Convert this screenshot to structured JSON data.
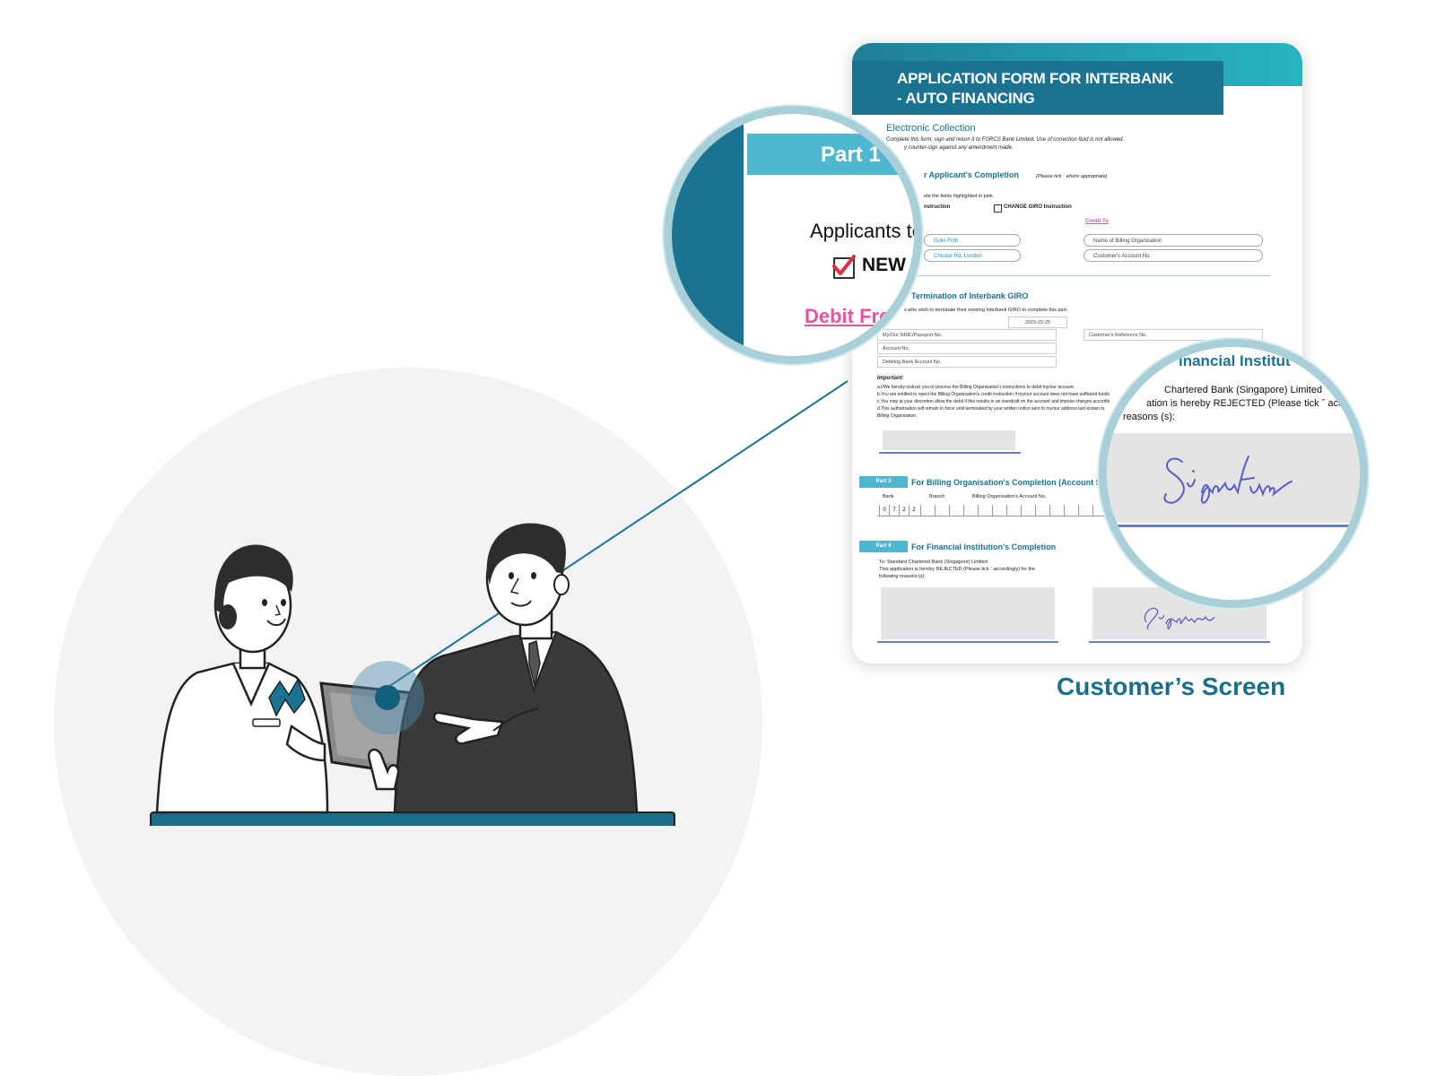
{
  "form": {
    "title_line1": "APPLICATION FORM FOR INTERBANK",
    "title_line2": "- AUTO FINANCING",
    "subtitle": "Electronic Collection",
    "intro1": "Complete this form, sign and return it to FORCS Bank Limited. Use of correction fluid is not allowed.",
    "intro2": "y counter-sign against any amendment made.",
    "part1_heading": "r Applicant's Completion",
    "tick_note": "(Please tick ˇ where appropriate)",
    "fields_note": "ete the fields highlighted in pink.",
    "instruction_label": "nstruction",
    "change_giro_label": "CHANGE GIRO Instruction",
    "credit_to": "Credit To",
    "name_value": "Colin Firth",
    "address_value": "Chester Rd, London",
    "billing_org_placeholder": "Name of Billing Organisation",
    "customer_account_placeholder": "Customer's Account No.",
    "part2_heading": "Termination of Interbank GIRO",
    "part2_note": "s who wish to terminate their existing Interbank GIRO to complete this part.",
    "date_value": "2015-03-25",
    "nric_label": "My/Our NRIC/Passport No.",
    "customer_ref_label": "Customer's Reference No.",
    "account_label": "Account No.",
    "debiting_label": "Debiting Bank Account No.",
    "important_label": "Important:",
    "important_a": "a.I/We hereby instruct you to process the Billing Organisation's instructions to debit my/our account.",
    "important_b": "b.You are entitled to reject the Billing Organisation's credit instruction if my/our account does not have sufficient funds",
    "important_c": "c.You may at your discretion allow the debit if this results in an overdraft on the account and impose charges accordin",
    "important_d": "d.This authorisation will remain in force until terminated by your written notice sent to my/our address last known to",
    "important_d2": "Billing Organisation.",
    "part3_label": "Part 3",
    "part3_heading": "For Billing Organisation's Completion (Account Service",
    "bank_col": "Bank",
    "branch_col": "Branch",
    "billing_acct_col": "Billing Organisation's Account No.",
    "bank_digits": [
      "0",
      "7",
      "2",
      "2"
    ],
    "part4_label": "Part 4",
    "part4_heading": "For Financial Institution's Completion",
    "part4_to": "To: Standard Chartered Bank (Singapore) Limited",
    "part4_line2": "This application is hereby REJECTED (Please tick ˇ  accordingly) for the",
    "part4_line3": "following reasons (s):"
  },
  "zoom_left": {
    "part_label": "Part 1",
    "applicants_text": "Applicants to",
    "new_label": "NEW",
    "debit_from": "Debit Fro"
  },
  "zoom_right": {
    "heading": "inancial Institut",
    "line1": "Chartered Bank (Singapore) Limited",
    "line2": "ation is hereby REJECTED (Please tick ˇ   according",
    "line3": "reasons (s):"
  },
  "caption": "Customer’s Screen",
  "colors": {
    "brand_teal": "#1a7390",
    "accent_cyan": "#4fb7d0",
    "pink": "#e8559a",
    "signature_blue": "#5a5fc8"
  }
}
